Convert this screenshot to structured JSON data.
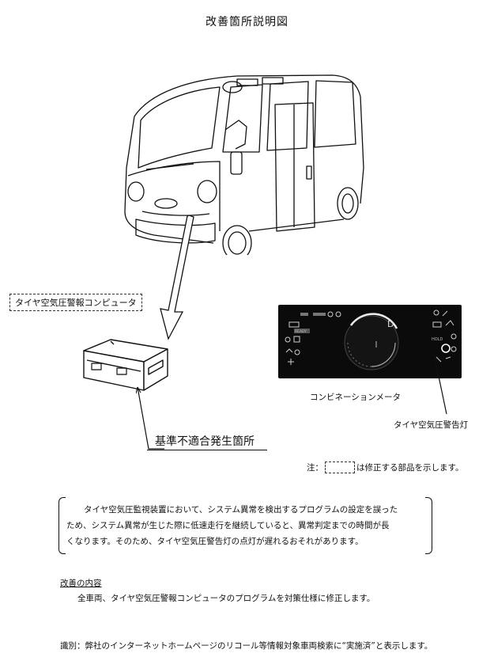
{
  "title": "改善箇所説明図",
  "callout_computer": "タイヤ空気圧警報コンピュータ",
  "defect_location": "基準不適合発生箇所",
  "meter_label": "コンビネーションメータ",
  "warning_lamp_label": "タイヤ空気圧警告灯",
  "meter": {
    "gear": "D",
    "ready": "READY",
    "hold": "HOLD"
  },
  "note": {
    "prefix": "注：",
    "suffix": "は修正する部品を示します。"
  },
  "description": [
    "タイヤ空気圧監視装置において、システム異常を検出するプログラムの設定を誤った",
    "ため、システム異常が生じた際に低速走行を継続していると、異常判定までの時間が長",
    "くなります。そのため、タイヤ空気圧警告灯の点灯が遅れるおそれがあります。"
  ],
  "improvement": {
    "heading": "改善の内容",
    "body": "全車両、タイヤ空気圧警報コンピュータのプログラムを対策仕様に修正します。"
  },
  "identification": "識別：弊社のインターネットホームページのリコール等情報対象車両検索に“実施済”と表示します。"
}
